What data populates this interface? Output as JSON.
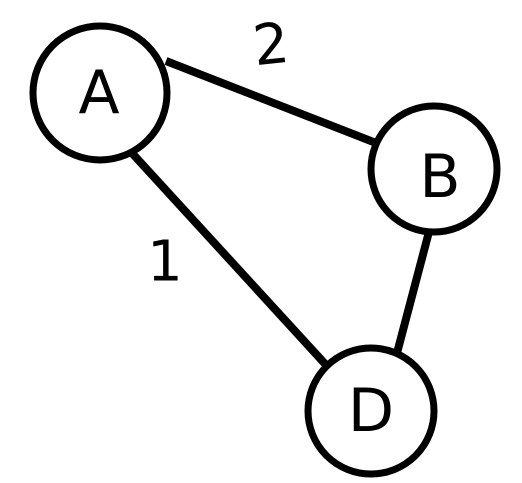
{
  "graph": {
    "nodes": [
      {
        "id": "A",
        "label": "A"
      },
      {
        "id": "B",
        "label": "B"
      },
      {
        "id": "D",
        "label": "D"
      }
    ],
    "edges": [
      {
        "from": "A",
        "to": "B",
        "weight": "2"
      },
      {
        "from": "A",
        "to": "D",
        "weight": "1"
      },
      {
        "from": "B",
        "to": "D",
        "weight": ""
      }
    ]
  }
}
